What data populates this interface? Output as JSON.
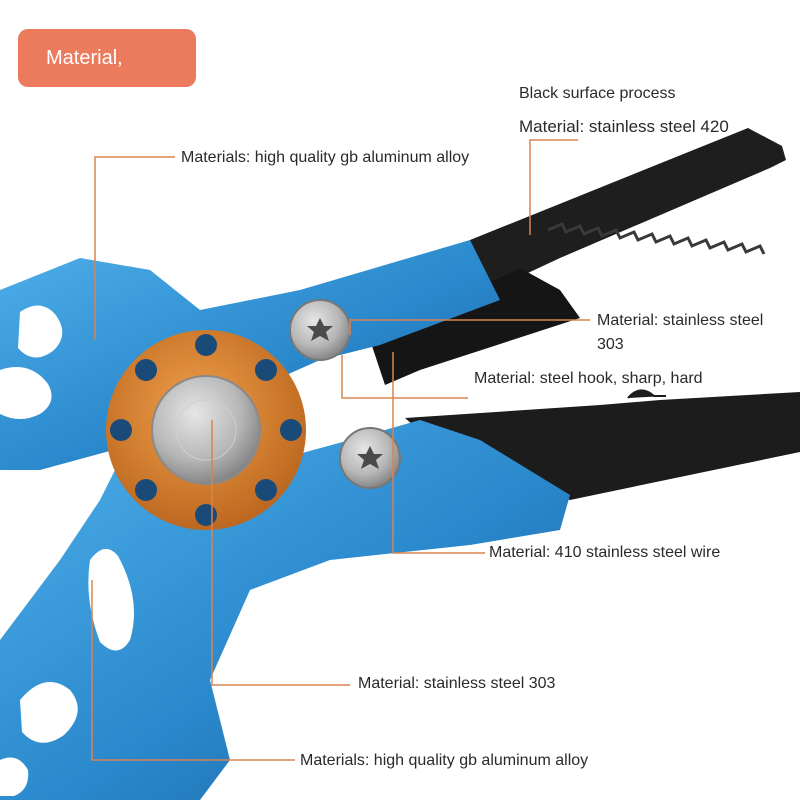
{
  "badge": {
    "label": "Material,",
    "color": "#ec7a5c"
  },
  "annotations": {
    "surface_process": "Black surface process",
    "jaw_material": "Material: stainless steel 420",
    "handle_material_top": "Materials: high quality gb aluminum alloy",
    "screw_material_line1": "Material: stainless steel",
    "screw_material_line2": "303",
    "hook_material": "Material: steel hook, sharp, hard",
    "wire_material": "Material: 410 stainless steel wire",
    "pivot_material": "Material: stainless steel 303",
    "handle_material_bottom": "Materials: high quality gb aluminum alloy"
  },
  "colors": {
    "leader_line": "#d8844f",
    "handle_blue": "#2f8fd0",
    "jaw_black": "#1b1b1b",
    "ring_orange": "#d9822b",
    "steel": "#b9b9b9"
  }
}
